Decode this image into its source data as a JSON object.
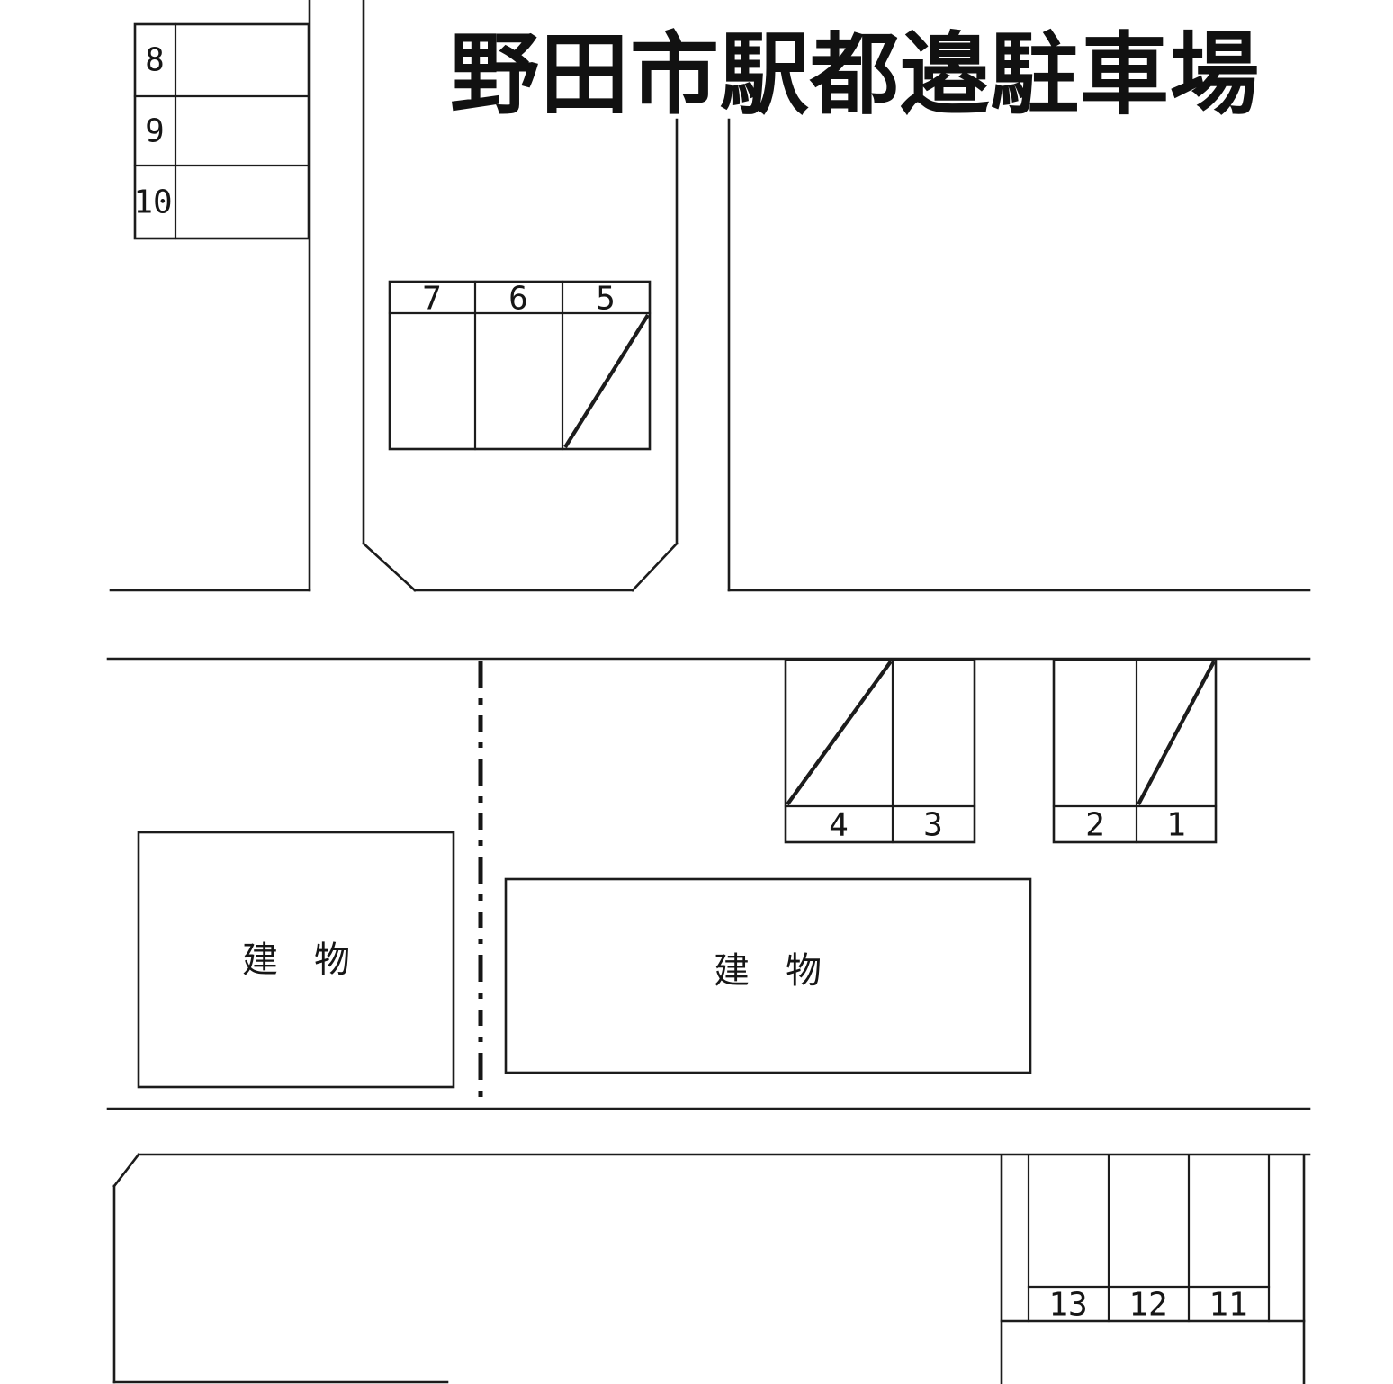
{
  "title": "野田市駅都邉駐車場",
  "buildings": {
    "left_label": "建　物",
    "right_label": "建　物"
  },
  "space_groups": {
    "left_column": [
      "8",
      "9",
      "10"
    ],
    "upper_row": [
      "7",
      "6",
      "5"
    ],
    "mid_right_a": [
      "4",
      "3"
    ],
    "mid_right_b": [
      "2",
      "1"
    ],
    "bottom_row": [
      "13",
      "12",
      "11"
    ]
  },
  "slashed_spaces": [
    "5",
    "4",
    "1"
  ],
  "colors": {
    "line": "#1c1c1c",
    "background": "#ffffff"
  }
}
